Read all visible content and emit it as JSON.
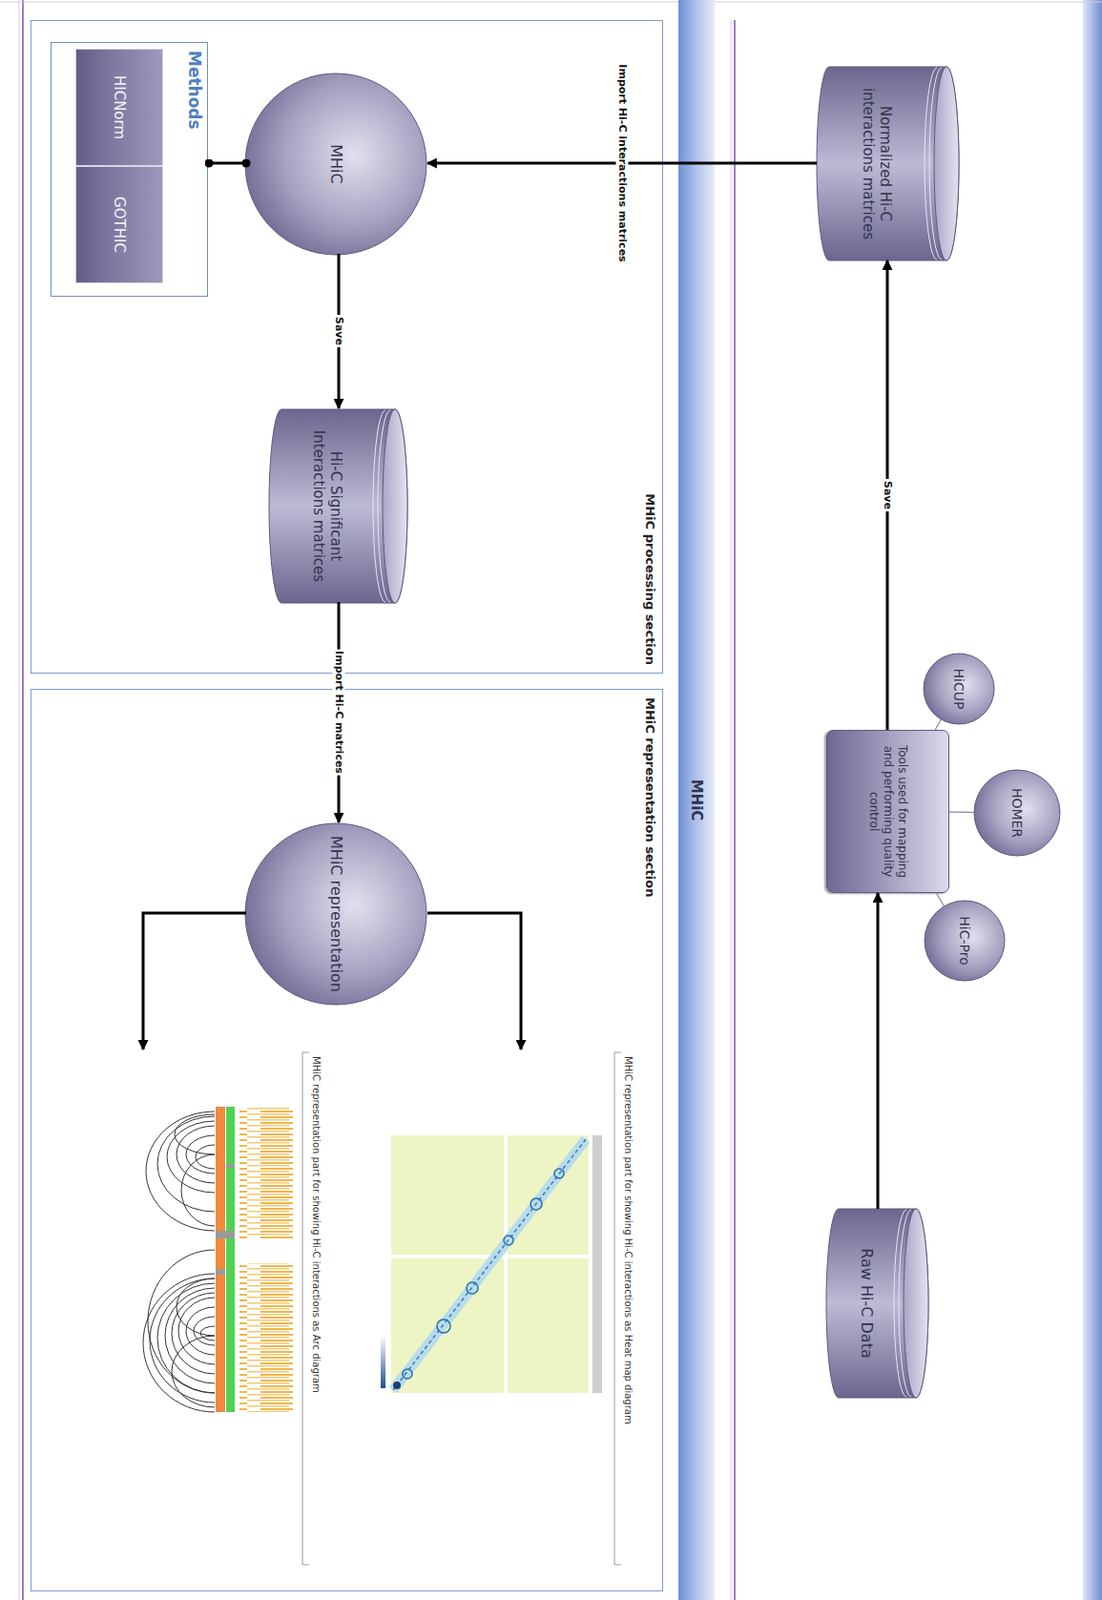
{
  "diagram": {
    "nodes": [
      {
        "text": [
          "Raw Hi-C Data"
        ]
      },
      {
        "text": [
          "Tools used for mapping and performing quality control"
        ]
      },
      {
        "text": [
          "HiCUP"
        ]
      },
      {
        "text": [
          "HOMER"
        ]
      },
      {
        "text": [
          "HiC-Pro"
        ]
      },
      {
        "text": [
          "Normalized Hi-C interactions matrices"
        ]
      },
      {
        "text": [
          "MHiC"
        ]
      },
      {
        "text": [
          "MHiC processing section"
        ]
      },
      {
        "text": [
          "MHiC"
        ],
        "in": 7
      },
      {
        "text": [
          "Methods"
        ],
        "in": 7
      },
      {
        "text": [
          "HICNorm"
        ],
        "in": 9
      },
      {
        "text": [
          "GOTHIC"
        ],
        "in": 9
      },
      {
        "text": [
          "Hi-C Significant Interactions matrices"
        ],
        "in": 7
      },
      {
        "text": [
          "MHiC representation section"
        ]
      },
      {
        "text": [
          "MHiC representation"
        ],
        "in": 13
      },
      {
        "text": [
          "MHiC representation part for showing Hi-C interactions as Heat map diagram"
        ],
        "in": 13
      },
      {
        "text": [
          "MHiC representation part for showing Hi-C interactions as Arc diagram"
        ],
        "in": 13
      }
    ],
    "edges": [
      {
        "from": 0,
        "to": 1,
        "arrow": "to"
      },
      {
        "from": 1,
        "to": 5,
        "label": "Save",
        "arrow": "to"
      },
      {
        "from": 2,
        "to": 1,
        "arrow": "none"
      },
      {
        "from": 3,
        "to": 1,
        "arrow": "none"
      },
      {
        "from": 4,
        "to": 1,
        "arrow": "none"
      },
      {
        "from": 5,
        "to": 8,
        "label": "Import Hi-C interactions matrices",
        "arrow": "to"
      },
      {
        "from": 8,
        "to": 9,
        "arrow": "none"
      },
      {
        "from": 8,
        "to": 12,
        "label": "Save",
        "arrow": "to"
      },
      {
        "from": 12,
        "to": 14,
        "label": "Import Hi-C matrices",
        "arrow": "to"
      },
      {
        "from": 14,
        "to": 15,
        "arrow": "to"
      },
      {
        "from": 14,
        "to": 16,
        "arrow": "to"
      }
    ]
  }
}
